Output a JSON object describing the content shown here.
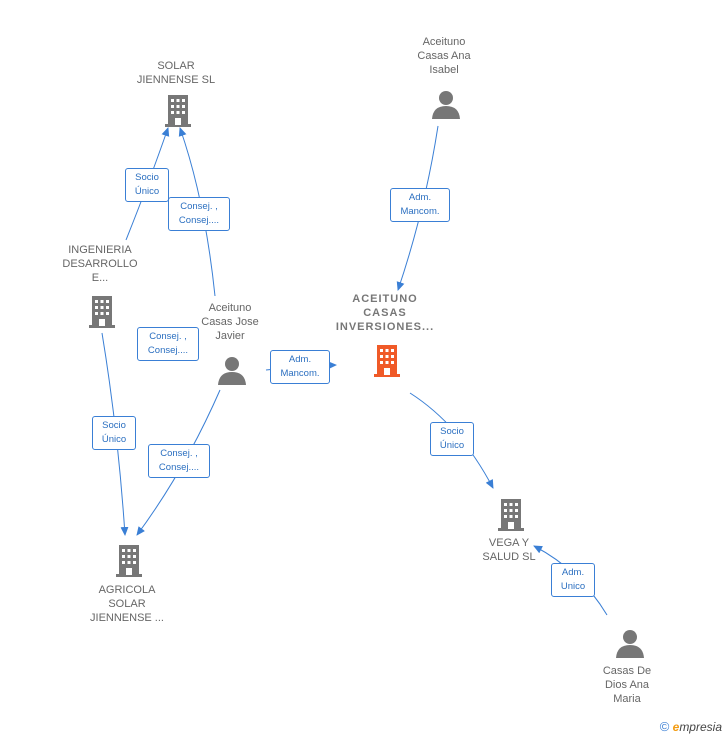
{
  "nodes": {
    "solar_jiennense": {
      "label": "SOLAR\nJIENNENSE SL"
    },
    "aceituno_ana": {
      "label": "Aceituno\nCasas Ana\nIsabel"
    },
    "ingenieria": {
      "label": "INGENIERIA\nDESARROLLO\nE..."
    },
    "aceituno_jose": {
      "label": "Aceituno\nCasas Jose\nJavier"
    },
    "aceituno_inversiones": {
      "label": "ACEITUNO\nCASAS\nINVERSIONES..."
    },
    "vega_salud": {
      "label": "VEGA Y\nSALUD SL"
    },
    "agricola": {
      "label": "AGRICOLA\nSOLAR\nJIENNENSE ..."
    },
    "casas_dios": {
      "label": "Casas De\nDios Ana\nMaria"
    }
  },
  "edge_labels": {
    "socio_unico_1": "Socio\nÚnico",
    "consej_1": "Consej. ,\nConsej....",
    "adm_mancom_1": "Adm.\nMancom.",
    "consej_2": "Consej. ,\nConsej....",
    "adm_mancom_2": "Adm.\nMancom.",
    "socio_unico_2": "Socio\nÚnico",
    "consej_3": "Consej. ,\nConsej....",
    "socio_unico_3": "Socio\nÚnico",
    "adm_unico": "Adm.\nUnico"
  },
  "colors": {
    "edge": "#3a7fd5",
    "icon_gray": "#777777",
    "icon_main": "#f05a28"
  },
  "footer": {
    "copyright": "©",
    "brand": "mpresia",
    "brand_initial": "e"
  }
}
